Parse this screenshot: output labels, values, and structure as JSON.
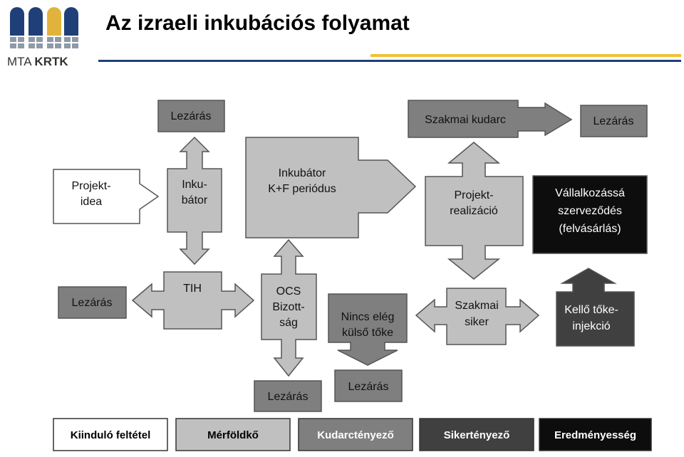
{
  "header": {
    "title": "Az izraeli inkubációs folyamat",
    "logo_text_regular": "MTA",
    "logo_text_bold": "KRTK"
  },
  "colors": {
    "start": "#ffffff",
    "milestone": "#c0c0c0",
    "failure": "#7f7f7f",
    "success": "#404040",
    "result": "#0d0d0d",
    "logo_gold": "#e2b33c",
    "logo_blue": "#1f3f78",
    "logo_gray": "#8e9aa8"
  },
  "nodes": {
    "lezaras_top": [
      "Lezárás"
    ],
    "projekt_idea": [
      "Projekt-",
      "idea"
    ],
    "inkubator": [
      "Inku-",
      "bátor"
    ],
    "inkubator_kf": [
      "Inkubátor",
      "K+F periódus"
    ],
    "szakmai_kudarc": [
      "Szakmai kudarc"
    ],
    "lezaras_topright": [
      "Lezárás"
    ],
    "projekt_realizacio": [
      "Projekt-",
      "realizáció"
    ],
    "vallalkozassa": [
      "Vállalkozássá",
      "szerveződés",
      "(felvásárlás)"
    ],
    "lezaras_left": [
      "Lezárás"
    ],
    "tih": [
      "TIH"
    ],
    "ocs": [
      "OCS",
      "Bizott-",
      "ság"
    ],
    "nincs_eleg": [
      "Nincs elég",
      "külső tőke"
    ],
    "szakmai_siker": [
      "Szakmai",
      "siker"
    ],
    "kello_toke": [
      "Kellő tőke-",
      "injekció"
    ],
    "lezaras_bottom_ocs": [
      "Lezárás"
    ],
    "lezaras_bottom_nincs": [
      "Lezárás"
    ]
  },
  "legend": [
    {
      "label": "Kiinduló feltétel",
      "category": "start"
    },
    {
      "label": "Mérföldkő",
      "category": "milestone"
    },
    {
      "label": "Kudarctényező",
      "category": "failure"
    },
    {
      "label": "Sikertényező",
      "category": "success"
    },
    {
      "label": "Eredményesség",
      "category": "result"
    }
  ]
}
